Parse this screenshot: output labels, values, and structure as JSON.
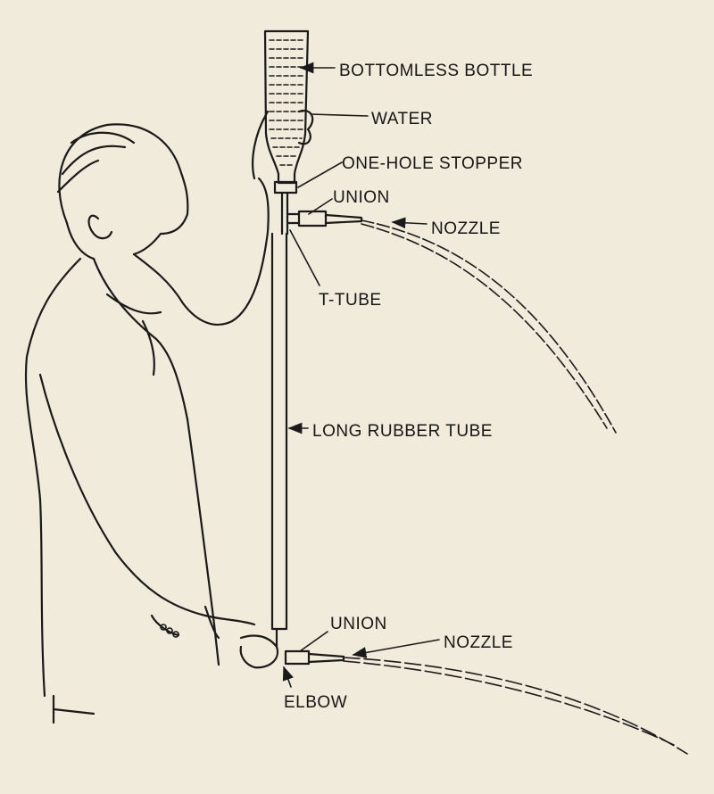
{
  "labels": {
    "bottomless_bottle": "BOTTOMLESS BOTTLE",
    "water": "WATER",
    "one_hole_stopper": "ONE-HOLE STOPPER",
    "union_top": "UNION",
    "nozzle_top": "NOZZLE",
    "t_tube": "T-TUBE",
    "long_rubber_tube": "LONG RUBBER TUBE",
    "union_bottom": "UNION",
    "nozzle_bottom": "NOZZLE",
    "elbow": "ELBOW"
  },
  "colors": {
    "background": "#f0ebdb",
    "ink": "#1a1a1a"
  }
}
